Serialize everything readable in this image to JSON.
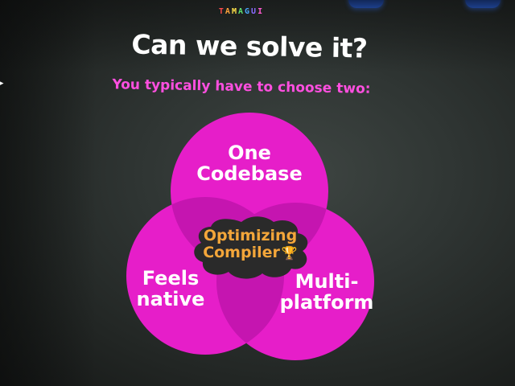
{
  "brand": {
    "letters": [
      "T",
      "A",
      "M",
      "A",
      "G",
      "U",
      "I"
    ],
    "colors": [
      "#ff4b4b",
      "#ffa53b",
      "#ffe14a",
      "#5fe070",
      "#4aa8ff",
      "#8a6bff",
      "#ff5ad1"
    ]
  },
  "slide": {
    "title": "Can we solve it?",
    "subtitle": "You typically have to choose two:"
  },
  "venn": {
    "circle_color": "#e61ec9",
    "overlap_color": "#c515b0",
    "center_blob_color": "#2a2a2a",
    "sets": [
      {
        "id": "codebase",
        "lines": [
          "One",
          "Codebase"
        ]
      },
      {
        "id": "native",
        "lines": [
          "Feels",
          "native"
        ]
      },
      {
        "id": "platform",
        "lines": [
          "Multi-",
          "platform"
        ]
      }
    ],
    "center": {
      "lines": [
        "Optimizing",
        "Compiler"
      ],
      "icon": "trophy-icon",
      "icon_glyph": "🏆",
      "text_color": "#f3a63a"
    }
  }
}
